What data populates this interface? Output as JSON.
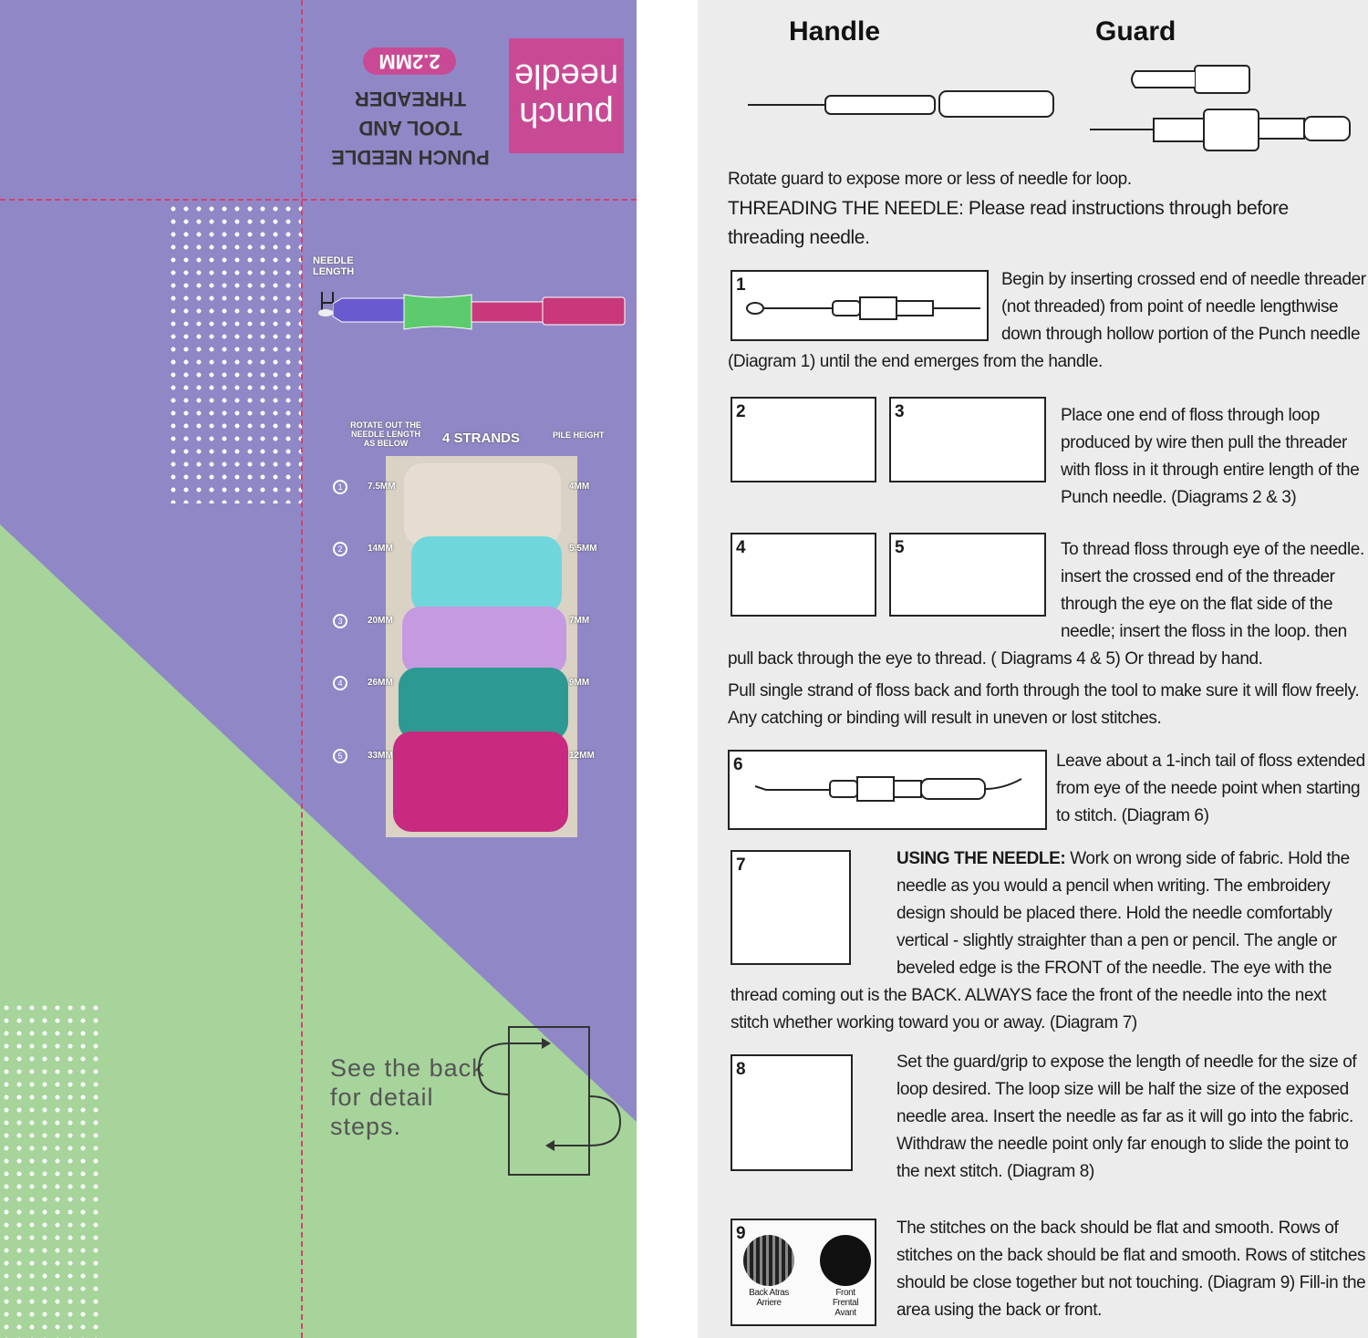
{
  "left_panel": {
    "brand_label": "punch needle",
    "size_badge": "2.2MM",
    "tool_title": "PUNCH NEEDLE TOOL AND THREADER",
    "needle_length_label": "NEEDLE LENGTH",
    "rotate_label": "ROTATE OUT THE NEEDLE LENGTH AS BELOW",
    "strands_label": "4 STRANDS",
    "pile_height_label": "PILE HEIGHT",
    "rows": [
      {
        "num": "1",
        "needle": "7.5MM",
        "pile": "4MM",
        "color": "#e6ddd0"
      },
      {
        "num": "2",
        "needle": "14MM",
        "pile": "5.5MM",
        "color": "#6fd6dc"
      },
      {
        "num": "3",
        "needle": "20MM",
        "pile": "7MM",
        "color": "#c59ae0"
      },
      {
        "num": "4",
        "needle": "26MM",
        "pile": "9MM",
        "color": "#2c9a92"
      },
      {
        "num": "5",
        "needle": "33MM",
        "pile": "12MM",
        "color": "#c72a7e"
      }
    ],
    "see_back": "See the back for detail steps.",
    "colors": {
      "purple": "#9088c6",
      "green": "#a6d49b",
      "pink": "#c94a94"
    }
  },
  "right_panel": {
    "handle_label": "Handle",
    "guard_label": "Guard",
    "intro": "Rotate guard to expose more or less of needle for loop.",
    "threading": "THREADING THE NEEDLE: Please read instructions through before threading needle.",
    "steps": [
      {
        "diagrams": [
          "1"
        ],
        "text": "Begin by inserting crossed end of needle threader (not threaded) from point of needle lengthwise down through hollow portion of the Punch needle (Diagram 1) until the end emerges from the handle."
      },
      {
        "diagrams": [
          "2",
          "3"
        ],
        "text": "Place one end of floss through loop produced by wire then pull the threader with floss in it through entire length of the Punch needle. (Diagrams 2 & 3)"
      },
      {
        "diagrams": [
          "4",
          "5"
        ],
        "text": "To thread floss through eye of the needle. insert the crossed end of the threader through the eye on the flat side of the needle; insert the floss in the loop. then pull back through the eye to thread. ( Diagrams 4 & 5) Or thread by hand."
      },
      {
        "diagrams": [],
        "text": "Pull single strand of floss back and forth through the tool to make sure it will  flow freely. Any catching or binding will result in uneven or lost stitches."
      },
      {
        "diagrams": [
          "6"
        ],
        "text": "Leave about a 1-inch tail of floss extended from eye of the neede point when starting to stitch. (Diagram 6)"
      },
      {
        "diagrams": [
          "7"
        ],
        "bold": "USING THE NEEDLE:",
        "text": " Work on wrong side of fabric. Hold the needle as you would a pencil when writing. The embroidery design should be placed there. Hold the needle comfortably vertical - slightly straighter than a pen or pencil. The angle or beveled edge is the FRONT of the needle. The eye with the thread coming out is the BACK. ALWAYS face the front of the needle into the next stitch whether working toward you or away. (Diagram 7)"
      },
      {
        "diagrams": [
          "8"
        ],
        "text": "Set the guard/grip to expose the length of needle for the  size of loop desired. The loop size will be half the size of the exposed needle area.  Insert the needle as far as it will go into the fabric. Withdraw the needle point only far enough to slide the point to the next stitch. (Diagram 8)"
      },
      {
        "diagrams": [
          "9"
        ],
        "text": "The stitches on the back should be flat and smooth. Rows of stitches on the back should be flat and smooth. Rows of stitches should be close together but not touching. (Diagram 9) Fill-in the area using the back or front."
      }
    ],
    "diagram9_back": "Back Atras Arriere",
    "diagram9_front": "Front Frental Avant"
  }
}
